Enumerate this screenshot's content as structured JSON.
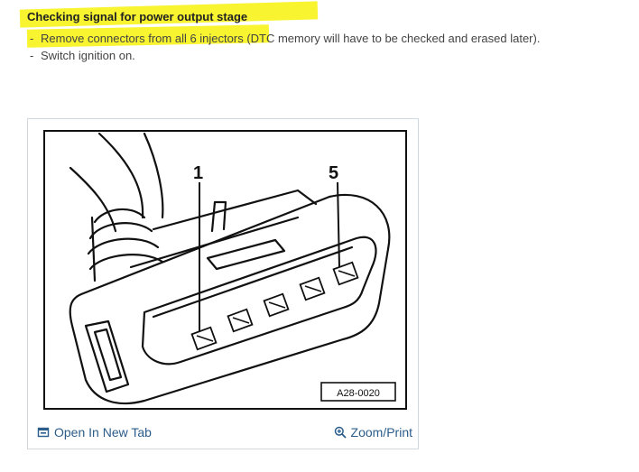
{
  "heading": "Checking signal for power output stage",
  "steps": [
    {
      "dash": "-",
      "highlighted_text": "Remove connectors from all 6 injectors",
      "rest_text": " (DTC memory will have to be checked and erased later)."
    },
    {
      "dash": "-",
      "text": "Switch ignition on."
    }
  ],
  "figure": {
    "callouts": [
      "1",
      "5"
    ],
    "figure_code": "A28-0020"
  },
  "footer": {
    "open_label": "Open In New Tab",
    "zoom_label": "Zoom/Print"
  },
  "colors": {
    "highlight": "#f7f20c",
    "link": "#2b5c8a"
  },
  "icons": {
    "open": "open-new-tab-icon",
    "zoom": "zoom-in-icon"
  }
}
